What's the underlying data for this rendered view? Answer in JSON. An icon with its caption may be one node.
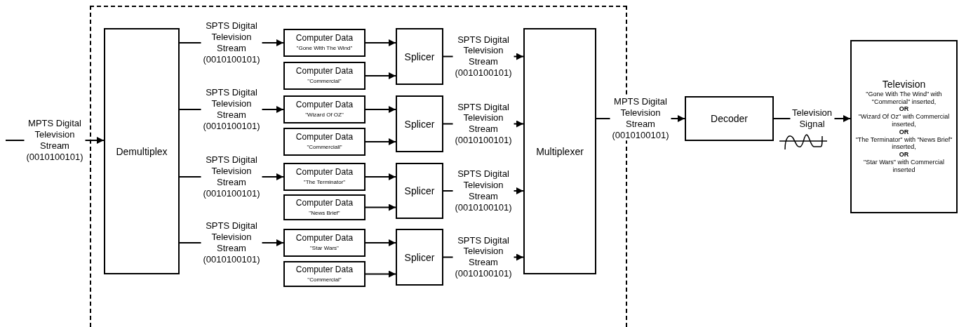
{
  "diagram": {
    "nodes": [
      {
        "text": [],
        "shape": "box"
      },
      {
        "text": [
          "Demultiplex"
        ],
        "in": 0
      },
      {
        "text": [
          "Computer Data",
          "\"Gone With The Wind\""
        ],
        "in": 0
      },
      {
        "text": [
          "Computer Data",
          "\"Commercial\""
        ],
        "in": 0
      },
      {
        "text": [
          "Computer Data",
          "\"Wizard Of OZ\""
        ],
        "in": 0
      },
      {
        "text": [
          "Computer Data",
          "\"Commerciall\""
        ],
        "in": 0
      },
      {
        "text": [
          "Computer Data",
          "\"The Terminator\""
        ],
        "in": 0
      },
      {
        "text": [
          "Computer Data",
          "\"News Brief\""
        ],
        "in": 0
      },
      {
        "text": [
          "Computer Data",
          "\"Star Wars\""
        ],
        "in": 0
      },
      {
        "text": [
          "Computer Data",
          "\"Commercial\""
        ],
        "in": 0
      },
      {
        "text": [
          "Splicer"
        ],
        "in": 0
      },
      {
        "text": [
          "Splicer"
        ],
        "in": 0
      },
      {
        "text": [
          "Splicer"
        ],
        "in": 0
      },
      {
        "text": [
          "Splicer"
        ],
        "in": 0
      },
      {
        "text": [
          "Multiplexer"
        ],
        "in": 0
      },
      {
        "text": [
          "Decoder"
        ]
      },
      {
        "text": [
          "Television",
          "\"Gone With The Wind\" with \"Commercial\" inserted,",
          "OR",
          "\"Wizard Of Oz\" with Commercial inserted,",
          "OR",
          "\"The Terminator\" with \"News Brief\" inserted,",
          "OR",
          "\"Star Wars\" with Commercial inserted"
        ]
      }
    ],
    "edges": [
      {
        "from": null,
        "to": 1,
        "arrow": "to",
        "label": "MPTS Digital Television Stream (0010100101)"
      },
      {
        "from": 1,
        "to": 2,
        "arrow": "to",
        "label": "SPTS Digital Television Stream (0010100101)"
      },
      {
        "from": 1,
        "to": 4,
        "arrow": "to",
        "label": "SPTS Digital Television Stream (0010100101)"
      },
      {
        "from": 1,
        "to": 6,
        "arrow": "to",
        "label": "SPTS Digital Television Stream (0010100101)"
      },
      {
        "from": 1,
        "to": 8,
        "arrow": "to",
        "label": "SPTS Digital Television Stream (0010100101)"
      },
      {
        "from": 2,
        "to": 10,
        "arrow": "to"
      },
      {
        "from": 3,
        "to": 10,
        "arrow": "to"
      },
      {
        "from": 4,
        "to": 11,
        "arrow": "to"
      },
      {
        "from": 5,
        "to": 11,
        "arrow": "to"
      },
      {
        "from": 6,
        "to": 12,
        "arrow": "to"
      },
      {
        "from": 7,
        "to": 12,
        "arrow": "to"
      },
      {
        "from": 8,
        "to": 13,
        "arrow": "to"
      },
      {
        "from": 9,
        "to": 13,
        "arrow": "to"
      },
      {
        "from": 10,
        "to": 14,
        "arrow": "to",
        "label": "SPTS Digital Television Stream (0010100101)"
      },
      {
        "from": 11,
        "to": 14,
        "arrow": "to",
        "label": "SPTS Digital Television Stream (0010100101)"
      },
      {
        "from": 12,
        "to": 14,
        "arrow": "to",
        "label": "SPTS Digital Television Stream (0010100101)"
      },
      {
        "from": 13,
        "to": 14,
        "arrow": "to",
        "label": "SPTS Digital Television Stream (0010100101)"
      },
      {
        "from": 14,
        "to": 15,
        "arrow": "to",
        "label": "MPTS Digital Television Stream (0010100101)"
      },
      {
        "from": 15,
        "to": 16,
        "arrow": "to",
        "label": "Television Signal"
      }
    ]
  }
}
